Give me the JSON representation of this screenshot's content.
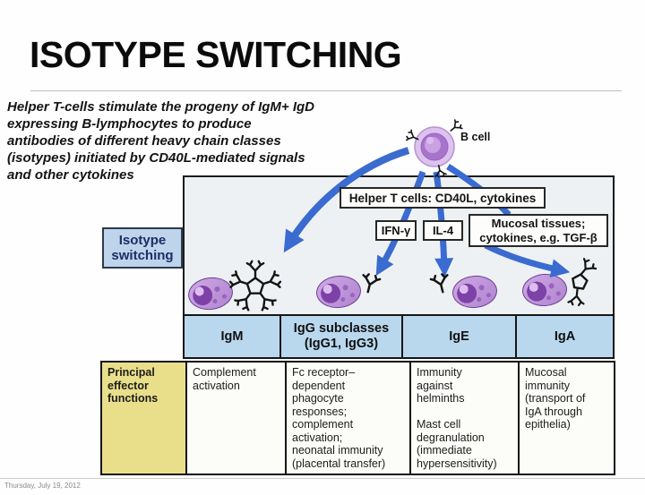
{
  "slide": {
    "title": "ISOTYPE SWITCHING",
    "intro_text": "Helper T-cells stimulate the progeny of IgM+ IgD\nexpressing B-lymphocytes to produce\nantibodies of different heavy chain classes\n(isotypes) initiated by CD40L-mediated signals\nand other cytokines",
    "footer_date": "Thursday, July 19, 2012"
  },
  "diagram": {
    "b_cell_label": "B cell",
    "helper_t_box": "Helper T cells: CD40L, cytokines",
    "ifn_box": "IFN-γ",
    "il4_box": "IL-4",
    "mucosal_box": "Mucosal tissues;\ncytokines, e.g. TGF-β",
    "side_label": "Isotype\nswitching",
    "isotype_row": [
      "IgM",
      "IgG subclasses\n(IgG1, IgG3)",
      "IgE",
      "IgA"
    ],
    "icons": [
      "b-cell",
      "plasma-cell",
      "igm-pentamer-antibody",
      "igg-antibody",
      "ige-antibody",
      "iga-dimer-antibody",
      "switch-arrow"
    ]
  },
  "effector_table": {
    "row_header": "Principal\neffector\nfunctions",
    "columns": [
      "Complement\nactivation",
      "Fc receptor–\ndependent\nphagocyte\nresponses;\ncomplement\nactivation;\nneonatal immunity\n(placental transfer)",
      "Immunity\nagainst\nhelminths\n\nMast cell\ndegranulation\n(immediate\nhypersensitivity)",
      "Mucosal\nimmunity\n(transport of\nIgA through\nepithelia)"
    ]
  },
  "colors": {
    "arrow_blue": "#3a6bd0",
    "label_blue": "#bdd4eb",
    "row_blue": "#b9d8ee",
    "header_yellow": "#e9df8a",
    "cell_purple": "#b084cf"
  }
}
